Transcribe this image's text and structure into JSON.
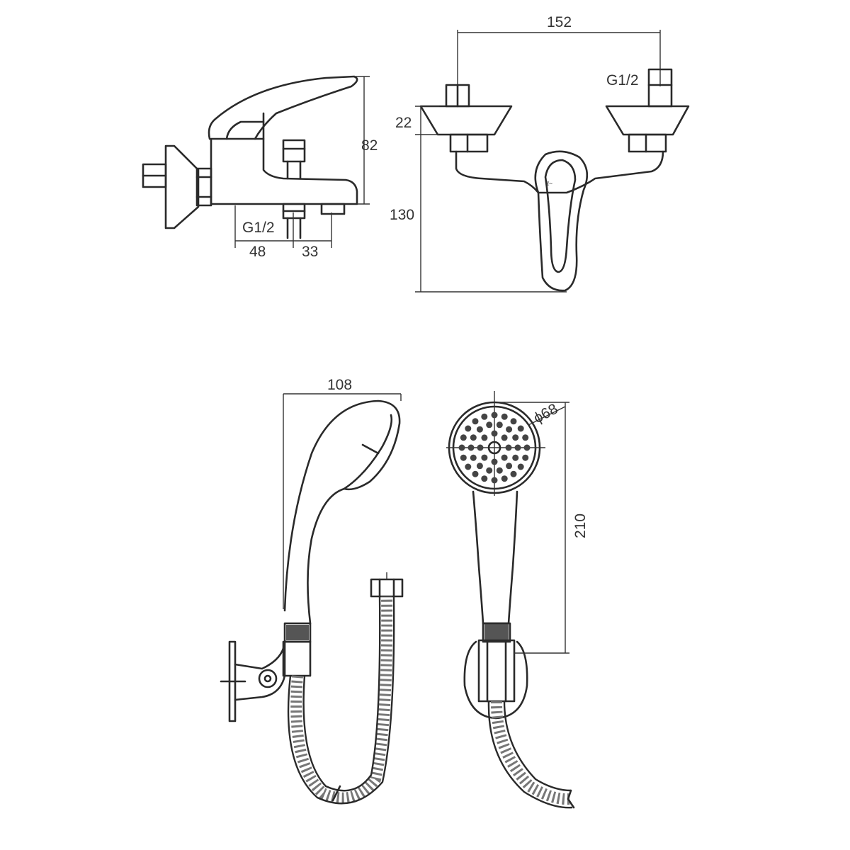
{
  "dimensions": {
    "mixer_side": {
      "height": "82",
      "thread": "G1/2",
      "left_offset": "48",
      "right_offset": "33"
    },
    "mixer_front": {
      "width": "152",
      "thread": "G1/2",
      "flange": "22",
      "height": "130"
    },
    "handshower_side": {
      "width": "108"
    },
    "handshower_front": {
      "diameter": "ϕ68",
      "length": "210"
    }
  }
}
